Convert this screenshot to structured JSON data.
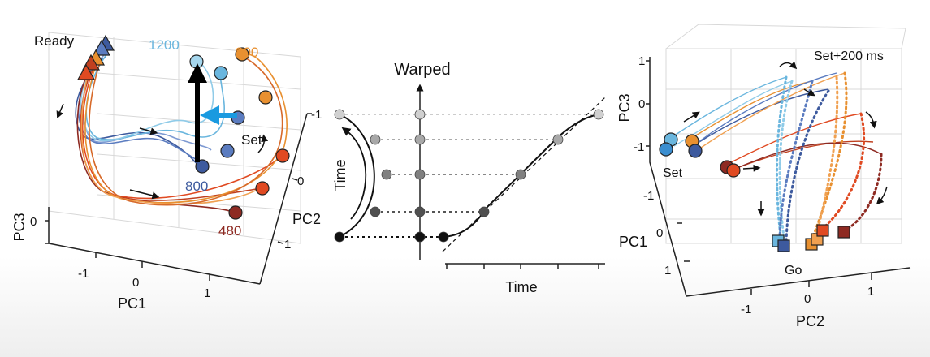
{
  "left_panel": {
    "ready": "Ready",
    "set": "Set",
    "interval_1200": "1200",
    "interval_800_top": "800",
    "interval_800_bottom": "800",
    "interval_480": "480",
    "axis_pc1": "PC1",
    "axis_pc2": "PC2",
    "axis_pc3": "PC3",
    "pc1_ticks": [
      "-1",
      "0",
      "1"
    ],
    "pc2_ticks": [
      "-1",
      "0",
      "1"
    ],
    "pc3_ticks": [
      "0"
    ]
  },
  "middle_panel": {
    "title": "Warped",
    "y_label": "Time",
    "x_label": "Time"
  },
  "right_panel": {
    "set_label": "Set",
    "set200_label": "Set+200 ms",
    "go_label": "Go",
    "axis_pc1": "PC1",
    "axis_pc2": "PC2",
    "axis_pc3": "PC3",
    "pc3_ticks": [
      "1",
      "0",
      "-1"
    ],
    "pc1_ticks": [
      "-1",
      "0",
      "1"
    ],
    "pc2_ticks": [
      "-1",
      "0",
      "1"
    ]
  },
  "colors": {
    "dark_blue": "#3d5a9e",
    "mid_blue": "#5b7cc0",
    "light_blue": "#6ab6de",
    "orange": "#e89030",
    "red_orange": "#e04a22",
    "dark_red": "#8e2a22",
    "arrow_blue": "#1a9ae0"
  }
}
